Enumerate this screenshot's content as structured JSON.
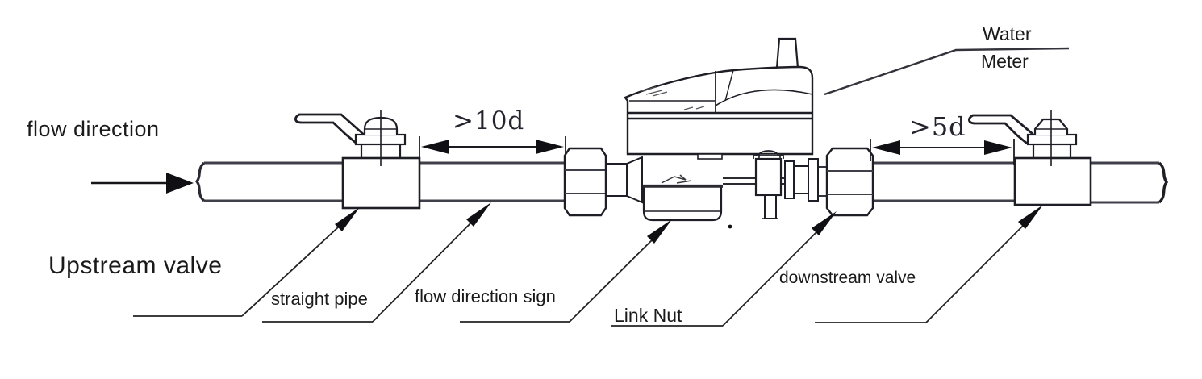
{
  "diagram": {
    "title": "water meter installation diagram",
    "labels": {
      "flow_direction": "flow direction",
      "upstream_valve": "Upstream valve",
      "straight_pipe": "straight pipe",
      "flow_direction_sign": "flow direction sign",
      "link_nut": "Link Nut",
      "downstream_valve": "downstream valve",
      "water_meter_line1": "Water",
      "water_meter_line2": "Meter"
    },
    "dimensions": {
      "upstream_straight_length": ">10d",
      "downstream_straight_length": ">5d"
    },
    "colors": {
      "outline": "#1e1e26",
      "pipe_edge": "#3f3f4a",
      "background": "#ffffff",
      "text": "#1a1a1a"
    }
  }
}
